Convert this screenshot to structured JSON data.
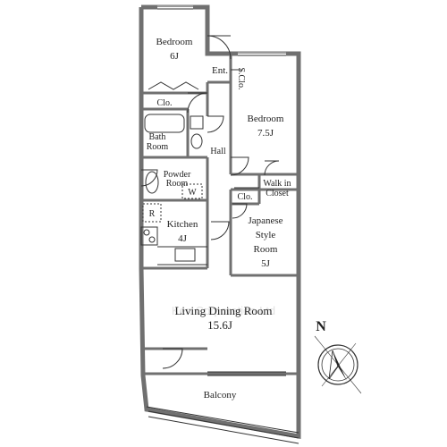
{
  "rooms": {
    "bedroom1": {
      "name": "Bedroom",
      "size": "6J"
    },
    "closet1": "Clo.",
    "entrance": "Ent.",
    "shoe_closet": "S.Clo.",
    "bedroom2": {
      "name": "Bedroom",
      "size": "7.5J"
    },
    "bath_line1": "Bath",
    "bath_line2": "Room",
    "hall": "Hall",
    "powder_line1": "Powder",
    "powder_line2": "Room",
    "washer": "W",
    "walkin_line1": "Walk in",
    "walkin_line2": "Closet",
    "closet2": "Clo.",
    "refrigerator": "R",
    "kitchen": {
      "name": "Kitchen",
      "size": "4J"
    },
    "japanese_line1": "Japanese",
    "japanese_line2": "Style",
    "japanese_line3": "Room",
    "japanese_size": "5J",
    "living": {
      "name": "Living Dining Room",
      "size": "15.6J"
    },
    "balcony": "Balcony"
  },
  "watermark": "Ken Corporation Ltd",
  "compass": {
    "north_label": "N"
  },
  "colors": {
    "wall": "#707070",
    "line": "#333333",
    "text": "#222222",
    "watermark": "#e2e2e2"
  }
}
